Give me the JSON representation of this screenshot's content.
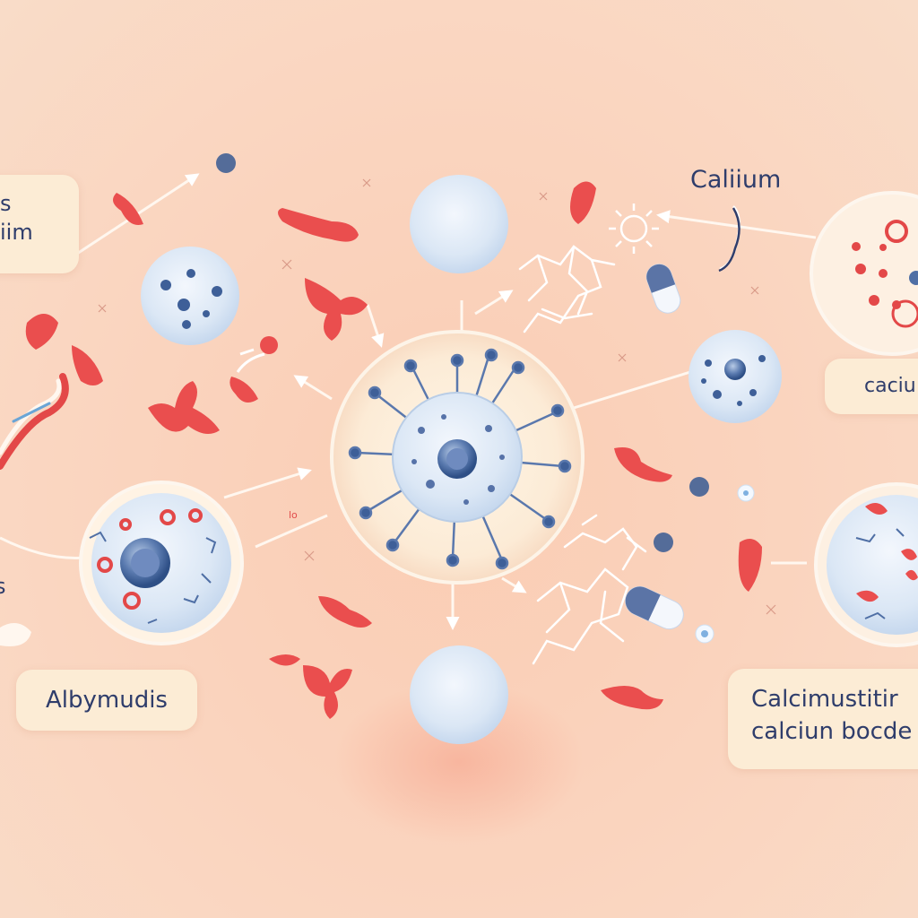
{
  "labels": {
    "top_left_line1": "s",
    "top_left_line2": "iim",
    "left_edge": "s",
    "albymudis": "Albymudis",
    "calcium_title": "Caliium",
    "caciu": "caciu",
    "bottom_right_line1": "Calcimustitir",
    "bottom_right_line2": "calciun bocde",
    "small_tag": "lo"
  },
  "colors": {
    "background": "#fad3bd",
    "cell_blue": "#dfeaf7",
    "nucleus": "#4f6fa5",
    "red_blood": "#ea4e4e",
    "label_text": "#2f3d6b",
    "label_box": "#fcecd5"
  }
}
